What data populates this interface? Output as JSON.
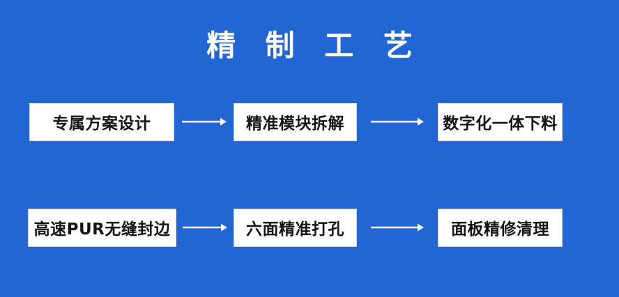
{
  "colors": {
    "background": "#2166d3",
    "box_fill": "#ffffff",
    "box_border": "#cdd6e8",
    "box_text": "#141414",
    "title_text": "#ffffff",
    "arrow": "#ffffff"
  },
  "title": "精 制 工 艺",
  "flow": {
    "rows": [
      {
        "steps": [
          "专属方案设计",
          "精准模块拆解",
          "数字化一体下料"
        ],
        "connectors": [
          "arrow-right-icon",
          "arrow-right-icon"
        ]
      },
      {
        "steps": [
          "高速PUR无缝封边",
          "六面精准打孔",
          "面板精修清理"
        ],
        "connectors": [
          "arrow-right-icon",
          "arrow-right-icon"
        ]
      }
    ]
  }
}
